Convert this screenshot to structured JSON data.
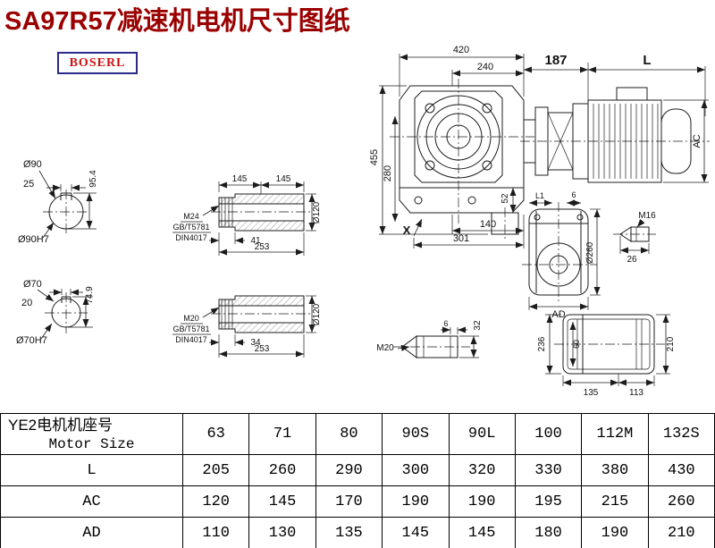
{
  "colors": {
    "title_red": "#9a0000",
    "logo_red": "#cc1111",
    "logo_navy": "#2a2a8a",
    "line": "#1c1c1c"
  },
  "header": {
    "title": "SA97R57减速机电机尺寸图纸",
    "logo": "BOSERL"
  },
  "drawing": {
    "front": {
      "w420": "420",
      "w240": "240",
      "h455": "455",
      "h280": "280",
      "v52": "52",
      "x_mark": "X",
      "w140": "140",
      "w301": "301"
    },
    "motor": {
      "d187": "187",
      "len_l": "L",
      "ac": "AC"
    },
    "flange": {
      "l1": "L1",
      "s6": "6",
      "d260": "Ø260",
      "ad": "AD",
      "m16": "M16",
      "s26": "26"
    },
    "tip": {
      "s32": "32",
      "s6": "6",
      "m20": "M20"
    },
    "rear": {
      "h236": "236",
      "s60": "60",
      "w135": "135",
      "w113": "113",
      "h210": "210"
    },
    "bore90": {
      "d90": "Ø90",
      "k25": "25",
      "h954": "95.4",
      "d90h7": "Ø90H7"
    },
    "bore70": {
      "d70": "Ø70",
      "k20": "20",
      "h749": "74.9",
      "d70h7": "Ø70H7"
    },
    "shaft_top": {
      "s145a": "145",
      "s145b": "145",
      "d120": "Ø120",
      "m24": "M24",
      "gb": "GB/T5781",
      "din": "DIN4017",
      "s41": "41",
      "s253": "253"
    },
    "shaft_bottom": {
      "m20": "M20",
      "gb": "GB/T5781",
      "din": "DIN4017",
      "s34": "34",
      "s253": "253",
      "d120": "Ø120"
    }
  },
  "table": {
    "header": {
      "label_cn": "YE2电机机座号",
      "label_en": "Motor Size",
      "sizes": [
        "63",
        "71",
        "80",
        "90S",
        "90L",
        "100",
        "112M",
        "132S"
      ]
    },
    "rows": [
      {
        "label": "L",
        "values": [
          "205",
          "260",
          "290",
          "300",
          "320",
          "330",
          "380",
          "430"
        ]
      },
      {
        "label": "AC",
        "values": [
          "120",
          "145",
          "170",
          "190",
          "190",
          "195",
          "215",
          "260"
        ]
      },
      {
        "label": "AD",
        "values": [
          "110",
          "130",
          "135",
          "145",
          "145",
          "180",
          "190",
          "210"
        ]
      }
    ]
  }
}
